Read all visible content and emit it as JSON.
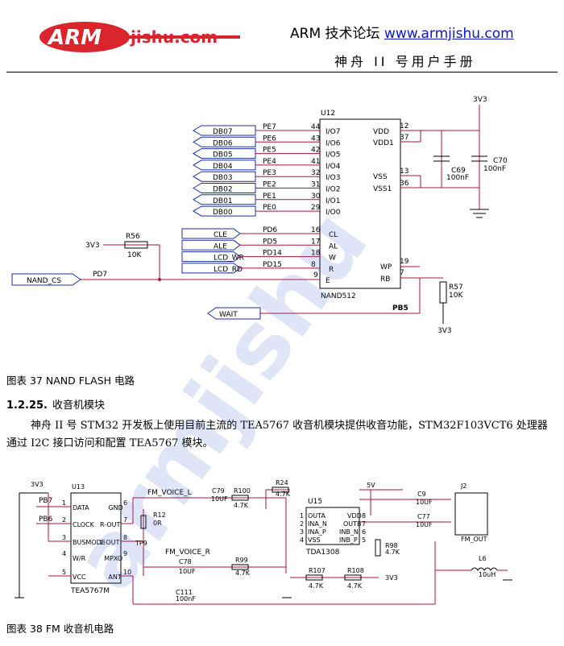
{
  "header": {
    "logo_arm": "ARM",
    "logo_rest": "jishu.com",
    "title_left": "ARM 技术论坛",
    "title_url": "www.armjishu.com",
    "subtitle": "神舟 II 号用户手册"
  },
  "nand": {
    "chip_ref": "U12",
    "chip_name": "NAND512",
    "db_labels": [
      "DB07",
      "DB06",
      "DB05",
      "DB04",
      "DB03",
      "DB02",
      "DB01",
      "DB00"
    ],
    "pe_labels": [
      "PE7",
      "PE6",
      "PE5",
      "PE4",
      "PE3",
      "PE2",
      "PE1",
      "PE0"
    ],
    "io_pins": [
      "44",
      "43",
      "42",
      "41",
      "32",
      "31",
      "30",
      "29"
    ],
    "io_names": [
      "I/O7",
      "I/O6",
      "I/O5",
      "I/O4",
      "I/O3",
      "I/O2",
      "I/O1",
      "I/O0"
    ],
    "ctrl_labels": [
      "CLE",
      "ALE",
      "LCD_WR",
      "LCD_RD"
    ],
    "ctrl_nets": [
      "PD6",
      "PD5",
      "PD14",
      "PD15"
    ],
    "ctrl_pins": [
      "16",
      "17",
      "18",
      "8"
    ],
    "ctrl_names": [
      "CL",
      "AL",
      "W",
      "R"
    ],
    "e_pin": "9",
    "e_name": "E",
    "nand_cs": "NAND_CS",
    "pd7": "PD7",
    "r56": "R56",
    "r56_val": "10K",
    "v3v3": "3V3",
    "right_pins": [
      "12",
      "37",
      "13",
      "36"
    ],
    "right_names": [
      "VDD",
      "VDD1",
      "VSS",
      "VSS1"
    ],
    "wp_pin": "19",
    "wp_name": "WP",
    "rb_pin": "7",
    "rb_name": "RB",
    "pb5": "PB5",
    "wait": "WAIT",
    "c69": "C69",
    "c69_val": "100nF",
    "c70": "C70",
    "c70_val": "100nF",
    "r57": "R57",
    "r57_val": "10K"
  },
  "caption1": "图表  37 NAND FLASH 电路",
  "section": {
    "number": "1.2.25.",
    "title": "收音机模块"
  },
  "paragraph": "神舟 II 号 STM32 开发板上使用目前主流的 TEA5767 收音机模块提供收音功能，STM32F103VCT6 处理器通过 I2C 接口访问和配置 TEA5767 模块。",
  "fm": {
    "v3v3": "3V3",
    "u_ref": "U13",
    "pb7": "PB7",
    "pb6": "PB6",
    "left_pins": [
      "1",
      "3",
      "4",
      "5"
    ],
    "left_names": [
      "DATA",
      "CLOCK",
      "BUSMODE",
      "W/R",
      "VCC"
    ],
    "right_names": [
      "GND",
      "R-OUT",
      "L-OUT",
      "MPXO",
      "ANT"
    ],
    "right_pins": [
      "6",
      "7",
      "8",
      "9",
      "10"
    ],
    "tea_name": "TEA5767M",
    "fm_voice_l": "FM_VOICE_L",
    "fm_voice_r": "FM_VOICE_R",
    "c79": "C79",
    "c79_val": "10UF",
    "r100": "R100",
    "r100_val": "4.7K",
    "r24": "R24",
    "r24_val": "4.7K",
    "r12": "R12",
    "r12_val": "0R",
    "tp9": "TP9",
    "c78": "C78",
    "c78_val": "10UF",
    "r99": "R99",
    "r99_val": "4.7K",
    "c111": "C111",
    "c111_val": "100nF",
    "u15": "U15",
    "u15_left_names": [
      "OUTA",
      "INA_N",
      "INA_P",
      "VSS"
    ],
    "u15_right_names": [
      "VDD",
      "OUTB",
      "INB_N",
      "INB_P"
    ],
    "u15_left_pins": [
      "1",
      "2",
      "3",
      "4"
    ],
    "u15_right_pins": [
      "8",
      "7",
      "6",
      "5"
    ],
    "tda": "TDA1308",
    "v5": "5V",
    "r98": "R98",
    "r98_val": "4.7K",
    "r107": "R107",
    "r107_val": "4.7K",
    "r108": "R108",
    "r108_val": "4.7K",
    "v3v3_b": "3V3",
    "c9": "C9",
    "c9_val": "10UF",
    "c77": "C77",
    "c77_val": "10UF",
    "j2": "J2",
    "fm_out": "FM_OUT",
    "l6": "L6",
    "l6_val": "10uH"
  },
  "caption2": "图表  38 FM 收音机电路",
  "watermark": "armjishu",
  "colors": {
    "logo_red": "#d9252b",
    "link_blue": "#0b16c8",
    "wire_red": "#b0103a",
    "wire_blue": "#1a2da8",
    "net_magenta": "#b0307a",
    "watermark": "#3a5fd0"
  }
}
